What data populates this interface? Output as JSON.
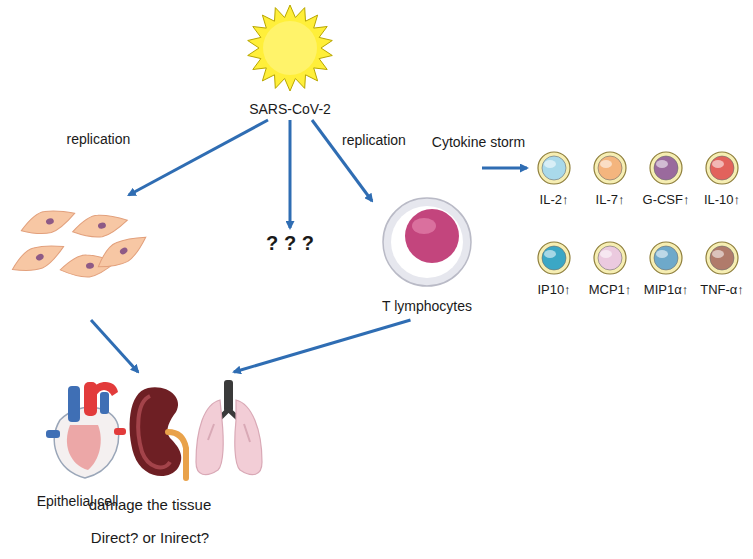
{
  "diagram": {
    "nodes": [
      {
        "text": [
          "SARS-CoV-2"
        ]
      },
      {
        "text": [
          "Epithelial cell"
        ]
      },
      {
        "text": [
          "? ? ?"
        ]
      },
      {
        "text": [
          "T lymphocytes"
        ]
      },
      {
        "text": [
          "IL-2↑"
        ]
      },
      {
        "text": [
          "IL-7↑"
        ]
      },
      {
        "text": [
          "G-CSF↑"
        ]
      },
      {
        "text": [
          "IL-10↑"
        ]
      },
      {
        "text": [
          "IP10↑"
        ]
      },
      {
        "text": [
          "MCP1↑"
        ]
      },
      {
        "text": [
          "MIP1α↑"
        ]
      },
      {
        "text": [
          "TNF-α↑"
        ]
      },
      {
        "text": [
          "damage the tissue",
          "Direct? or Inirect?"
        ]
      }
    ],
    "edges": [
      {
        "from": 0,
        "to": 1,
        "label": "replication",
        "arrow": "to"
      },
      {
        "from": 0,
        "to": 2,
        "arrow": "to"
      },
      {
        "from": 0,
        "to": 3,
        "label": "replication",
        "arrow": "to"
      },
      {
        "from": 3,
        "to": 4,
        "label": "Cytokine storm",
        "arrow": "to"
      },
      {
        "from": 1,
        "to": 12,
        "arrow": "to"
      },
      {
        "from": 3,
        "to": 12,
        "arrow": "to"
      }
    ]
  }
}
